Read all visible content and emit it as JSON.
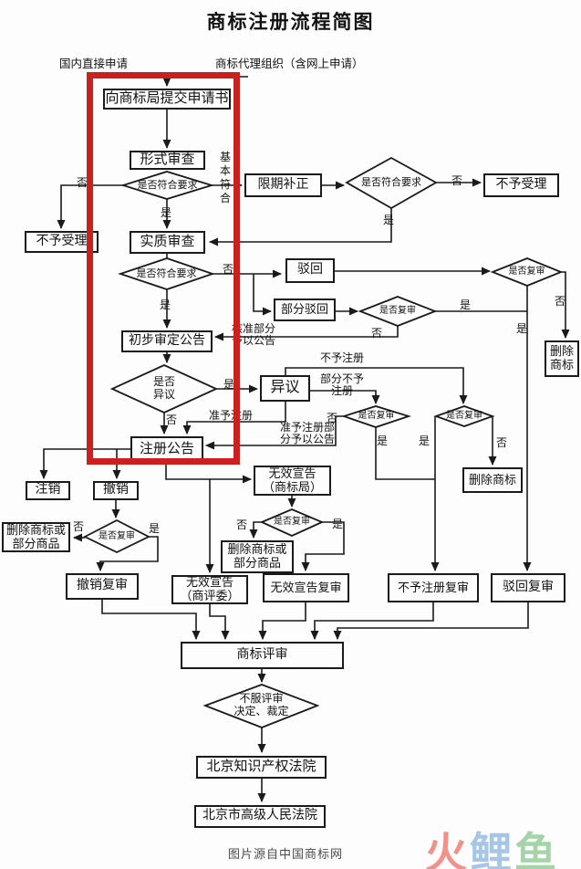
{
  "title": "商标注册流程简图",
  "lanes": {
    "domestic": "国内直接申请",
    "agency": "商标代理组织（含网上申请）"
  },
  "nodes": {
    "submit": "向商标局提交申请书",
    "formal_exam": "形式审查",
    "deadline_correction": "限期补正",
    "not_accepted_left": "不予受理",
    "not_accepted_right": "不予受理",
    "substantive_exam": "实质审查",
    "rejection": "驳回",
    "partial_rejection": "部分驳回",
    "preliminary_gazette": "初步审定公告",
    "opposition": "异议",
    "delete_tm_right": "删除\n商标",
    "registration_gazette": "注册公告",
    "cancellation": "注销",
    "revocation": "撤销",
    "invalidation_bureau": "无效宣告\n（商标局）",
    "delete_tm_mid": "删除商标",
    "delete_tm_or_goods_left": "删除商标或\n部分商品",
    "delete_tm_or_goods_mid": "删除商标或\n部分商品",
    "revocation_review": "撤销复审",
    "invalidation_review": "无效宣告复审",
    "invalidation_board": "无效宣告\n（商评委）",
    "not_register_review": "不予注册复审",
    "rejection_review": "驳回复审",
    "tm_review": "商标评审",
    "ip_court": "北京知识产权法院",
    "high_court": "北京市高级人民法院"
  },
  "decisions": {
    "meet_requirements_1": "是否符合要求",
    "meet_requirements_2": "是否符合要求",
    "meet_requirements_3": "是否符合要求",
    "opposition_or_not": "是否\n异议",
    "review_1": "是否复审",
    "review_2": "是否复审",
    "review_3": "是否复审",
    "review_4": "是否复审",
    "review_5": "是否复审",
    "review_6": "是否复审",
    "dissatisfied_ruling": "不服评审\n决定、裁定"
  },
  "labels": {
    "yes": "是",
    "no": "否",
    "basically_meet": "基本符合",
    "not_register": "不予注册",
    "partial_not_register": "部分不予\n注册",
    "approve_register": "准予注册",
    "approved_part_announce": "核准部分\n予以公告",
    "approve_register_part_announce": "准予注册部\n分予以公告"
  },
  "caption": "图片源自中国商标网",
  "watermark": {
    "chars": [
      {
        "text": "火",
        "color": "#f2908a"
      },
      {
        "text": "鲤",
        "color": "#a6c6e8"
      },
      {
        "text": "鱼",
        "color": "#a4d4a8"
      }
    ]
  },
  "colors": {
    "highlight_red": "#cc1f1f",
    "line": "#1a1a1a"
  }
}
